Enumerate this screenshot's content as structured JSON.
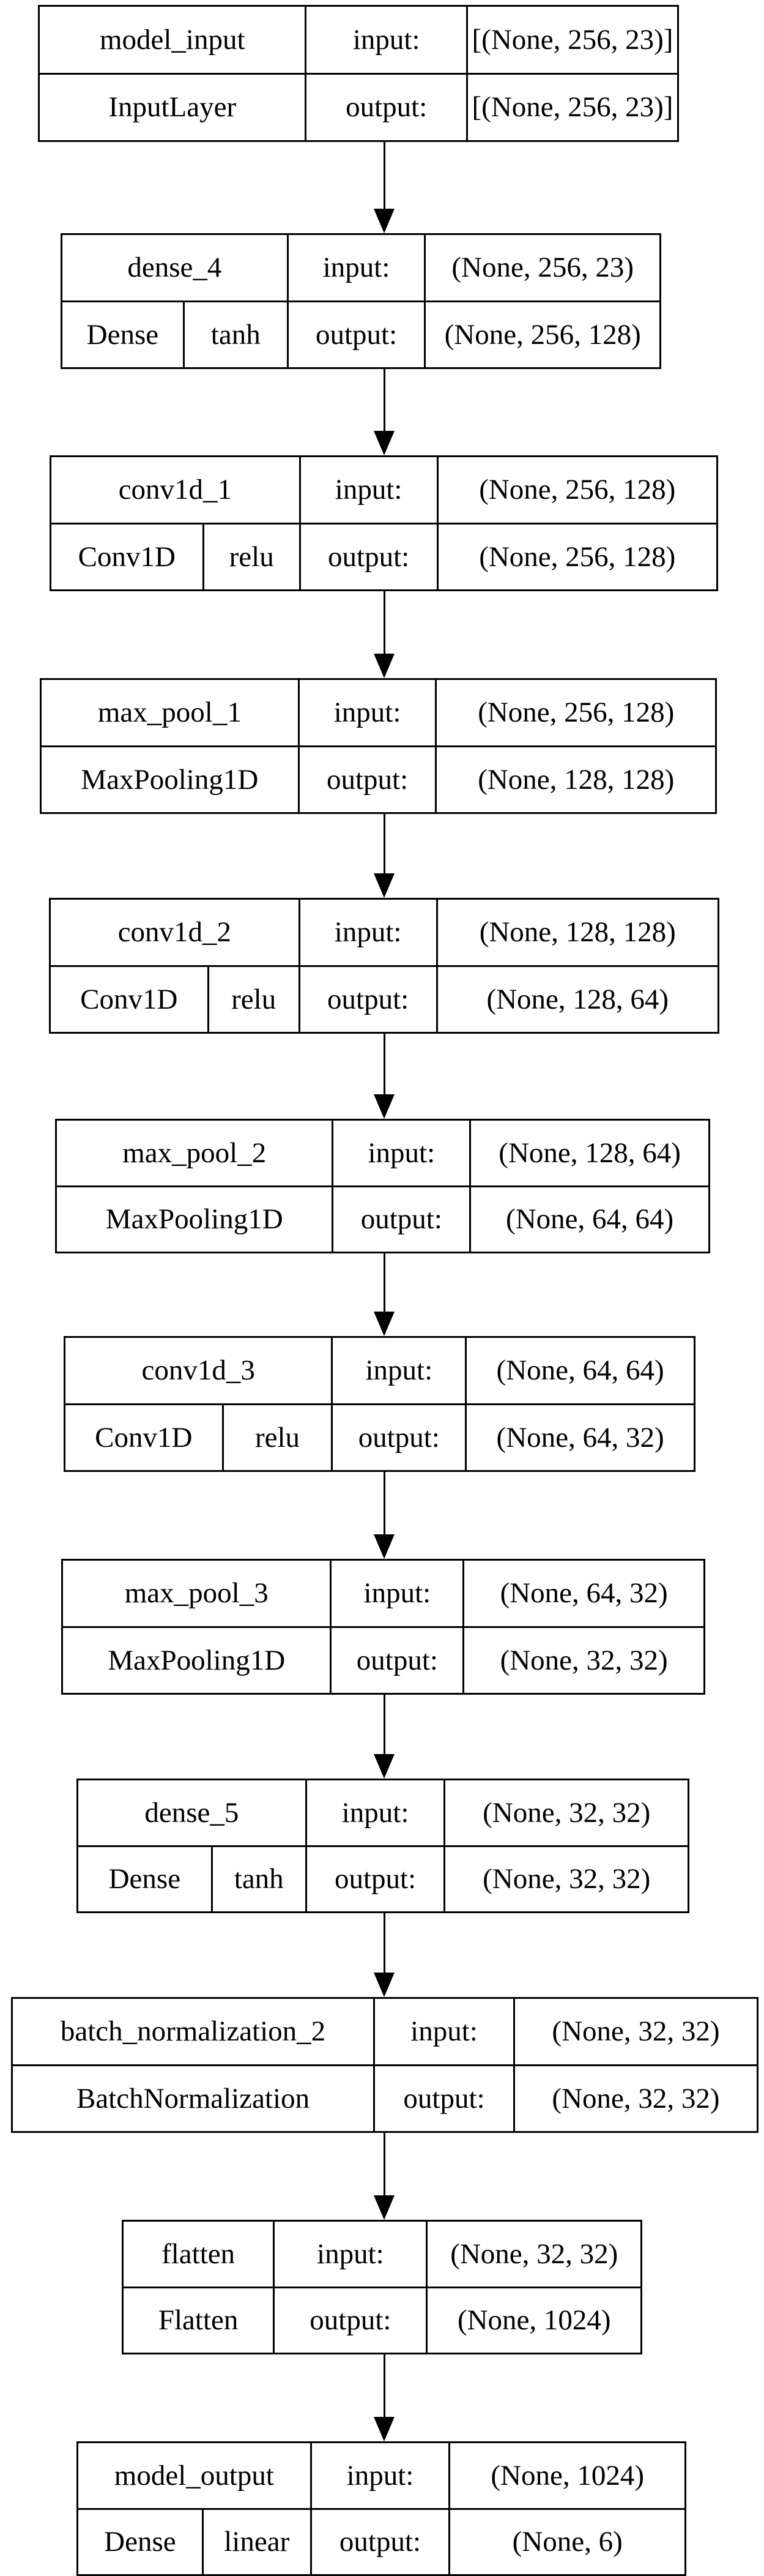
{
  "layers": [
    {
      "name": "model_input",
      "type": "InputLayer",
      "activation": "",
      "input_label": "input:",
      "output_label": "output:",
      "input_shape": "[(None, 256, 23)]",
      "output_shape": "[(None, 256, 23)]"
    },
    {
      "name": "dense_4",
      "type": "Dense",
      "activation": "tanh",
      "input_label": "input:",
      "output_label": "output:",
      "input_shape": "(None, 256, 23)",
      "output_shape": "(None, 256, 128)"
    },
    {
      "name": "conv1d_1",
      "type": "Conv1D",
      "activation": "relu",
      "input_label": "input:",
      "output_label": "output:",
      "input_shape": "(None, 256, 128)",
      "output_shape": "(None, 256, 128)"
    },
    {
      "name": "max_pool_1",
      "type": "MaxPooling1D",
      "activation": "",
      "input_label": "input:",
      "output_label": "output:",
      "input_shape": "(None, 256, 128)",
      "output_shape": "(None, 128, 128)"
    },
    {
      "name": "conv1d_2",
      "type": "Conv1D",
      "activation": "relu",
      "input_label": "input:",
      "output_label": "output:",
      "input_shape": "(None, 128, 128)",
      "output_shape": "(None, 128, 64)"
    },
    {
      "name": "max_pool_2",
      "type": "MaxPooling1D",
      "activation": "",
      "input_label": "input:",
      "output_label": "output:",
      "input_shape": "(None, 128, 64)",
      "output_shape": "(None, 64, 64)"
    },
    {
      "name": "conv1d_3",
      "type": "Conv1D",
      "activation": "relu",
      "input_label": "input:",
      "output_label": "output:",
      "input_shape": "(None, 64, 64)",
      "output_shape": "(None, 64, 32)"
    },
    {
      "name": "max_pool_3",
      "type": "MaxPooling1D",
      "activation": "",
      "input_label": "input:",
      "output_label": "output:",
      "input_shape": "(None, 64, 32)",
      "output_shape": "(None, 32, 32)"
    },
    {
      "name": "dense_5",
      "type": "Dense",
      "activation": "tanh",
      "input_label": "input:",
      "output_label": "output:",
      "input_shape": "(None, 32, 32)",
      "output_shape": "(None, 32, 32)"
    },
    {
      "name": "batch_normalization_2",
      "type": "BatchNormalization",
      "activation": "",
      "input_label": "input:",
      "output_label": "output:",
      "input_shape": "(None, 32, 32)",
      "output_shape": "(None, 32, 32)"
    },
    {
      "name": "flatten",
      "type": "Flatten",
      "activation": "",
      "input_label": "input:",
      "output_label": "output:",
      "input_shape": "(None, 32, 32)",
      "output_shape": "(None, 1024)"
    },
    {
      "name": "model_output",
      "type": "Dense",
      "activation": "linear",
      "input_label": "input:",
      "output_label": "output:",
      "input_shape": "(None, 1024)",
      "output_shape": "(None, 6)"
    }
  ]
}
